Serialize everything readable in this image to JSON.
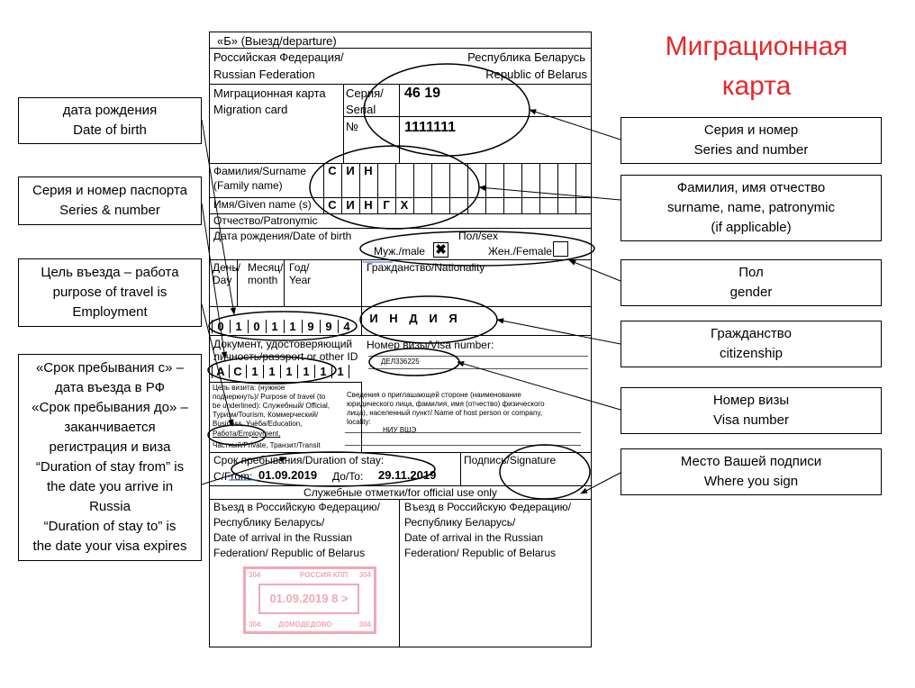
{
  "title": {
    "line1": "Миграционная",
    "line2": "карта",
    "color": "#e8272a"
  },
  "card": {
    "header": "«Б» (Выезд/departure)",
    "russia_ru": "Российская Федерация/",
    "russia_en": "Russian Federation",
    "belarus_ru": "Республика Беларусь",
    "belarus_en": "Republic of Belarus",
    "migration_ru": "Миграционная карта",
    "migration_en": "Migration card",
    "serial_ru": "Серия/",
    "serial_en": "Serial",
    "serial_value": "46 19",
    "number_label": "№",
    "number_value": "1111111",
    "surname_ru": "Фамилия/Surname",
    "surname_en": "(Family name)",
    "surname_letters": [
      "С",
      "И",
      "Н"
    ],
    "given_label": "Имя/Given name (s)",
    "given_letters": [
      "С",
      "И",
      "Н",
      "Г",
      "Х"
    ],
    "patronymic_label": "Отчество/Patronymic",
    "dob_label": "Дата рождения/Date of birth",
    "sex_label": "Пол/sex",
    "male_label": "Муж./male",
    "male_mark": "✖",
    "female_label": "Жен./Female",
    "day_ru": "День/",
    "day_en": "Day",
    "month_ru": "Месяц/",
    "month_en": "month",
    "year_ru": "Год/",
    "year_en": "Year",
    "nationality_label": "Гражданство/Nationality",
    "dob_digits": [
      "0",
      "1",
      "0",
      "1",
      "1",
      "9",
      "9",
      "4"
    ],
    "nationality_letters": [
      "И",
      "Н",
      "Д",
      "И",
      "Я"
    ],
    "document_ru": "Документ, удостоверяющий",
    "document_en": "личность/passport or other ID",
    "passport_chars": [
      "А",
      "С",
      "1",
      "1",
      "1",
      "1",
      "1",
      "1"
    ],
    "visa_label": "Номер визы/Visa number:",
    "visa_value": "ДЕЛ336225",
    "purpose_lines": [
      "Цель визита: (нужное",
      "подчеркнуть)/ Purpose of travel (to",
      "be underlined): Служебный/ Official,",
      "Туризм/Tourism, Коммерческий/",
      "Business, Учёба/Education,",
      "Работа/Employment,",
      "Частный/Private, Транзит/Transit"
    ],
    "host_lines": [
      "Сведения о приглашающей стороне (наименование",
      "юридического лица, фамилия, имя (отчество) физического",
      "лица), населенный пункт/ Name of host person or company,",
      "locality:"
    ],
    "host_value": "НИУ ВШЭ",
    "stay_label": "Срок пребывания/Duration of stay:",
    "from_label": "С/From:",
    "from_value": "01.09.2019",
    "to_label": "До/To:",
    "to_value": "29.11.2019",
    "signature_label": "Подпись/Signature",
    "official_label": "Служебные отметки/for official use only",
    "entry_lines": [
      "Въезд в Российскую Федерацию/",
      "Республику Беларусь/",
      "Date of arrival in the Russian",
      "Federation/ Republic of Belarus"
    ],
    "stamp": {
      "tl": "304",
      "top": "РОССИЯ КПП",
      "tr": "304",
      "date": "01.09.2019 8 >",
      "bl": "304",
      "bottom": "ДОМОДЕДОВО",
      "br": "304",
      "color": "#f3a7b8"
    }
  },
  "annotations": {
    "dob": [
      "дата рождения",
      "Date of birth"
    ],
    "passport": [
      "Серия и номер паспорта",
      "Series & number"
    ],
    "purpose": [
      "Цель въезда – работа",
      "purpose of travel is",
      "Employment"
    ],
    "stay": [
      "«Срок пребывания с» –",
      "дата въезда в РФ",
      "«Срок пребывания до» –",
      "заканчивается",
      "регистрация и виза",
      "“Duration of stay from” is",
      "the date you arrive in",
      "Russia",
      "“Duration of stay to” is",
      "the date your visa expires"
    ],
    "series": [
      "Серия и номер",
      "Series and number"
    ],
    "name": [
      "Фамилия, имя отчество",
      "surname, name, patronymic",
      "(if applicable)"
    ],
    "gender": [
      "Пол",
      "gender"
    ],
    "citizenship": [
      "Гражданство",
      "citizenship"
    ],
    "visa": [
      "Номер визы",
      "Visa number"
    ],
    "signature": [
      "Место Вашей подписи",
      "Where you sign"
    ]
  }
}
